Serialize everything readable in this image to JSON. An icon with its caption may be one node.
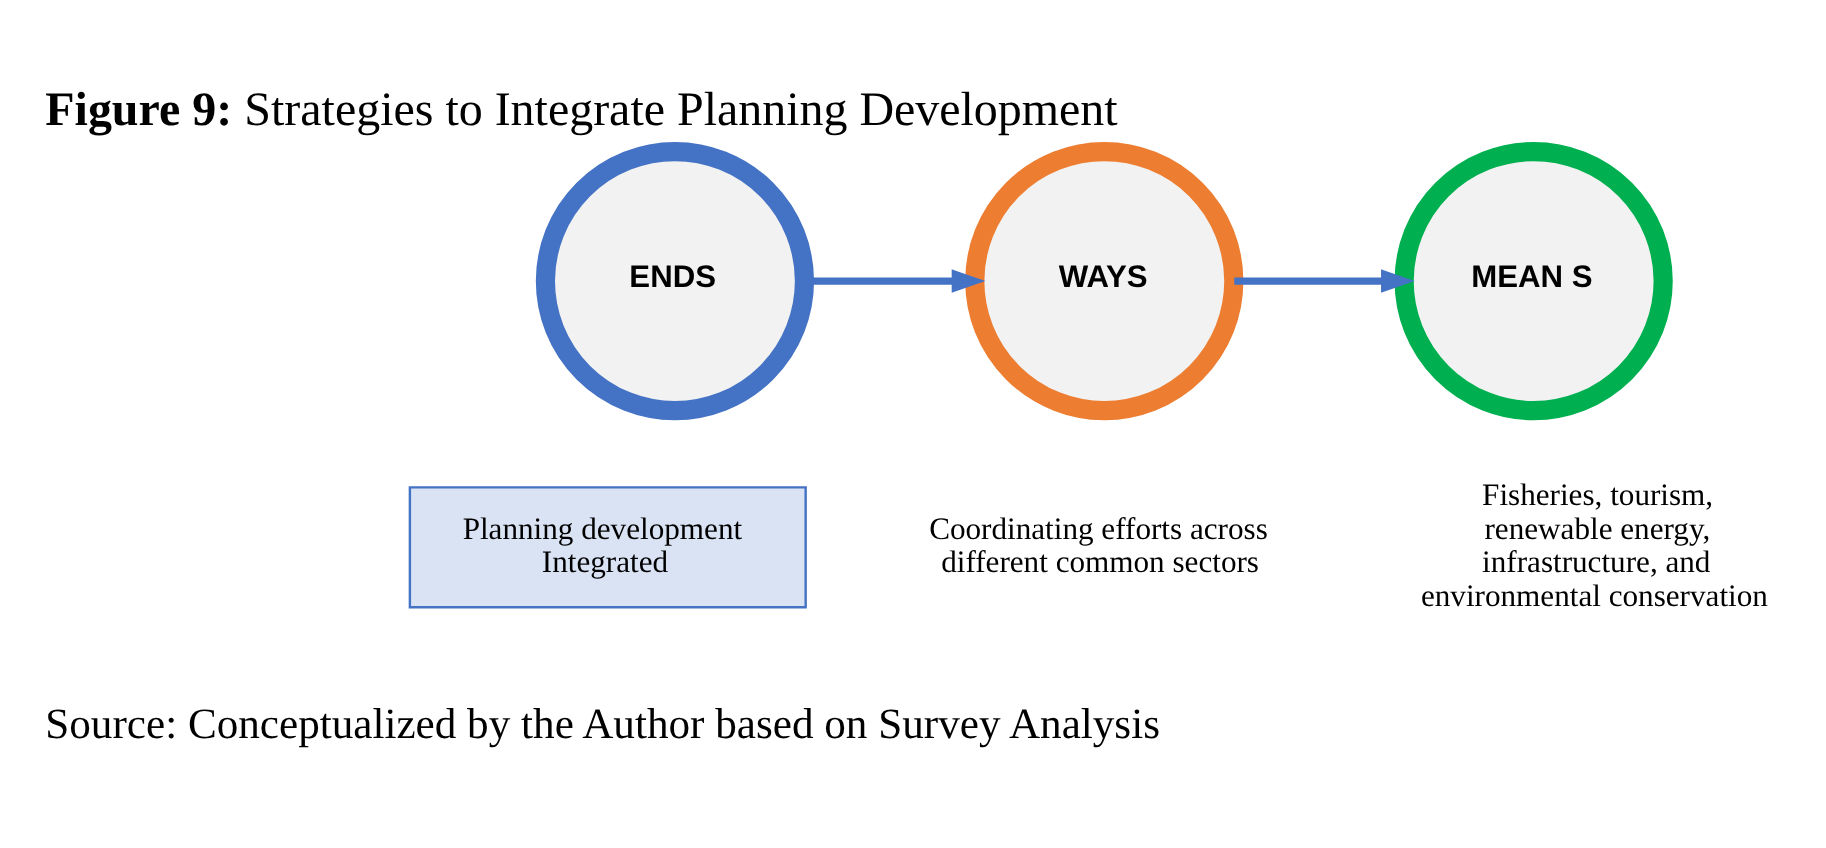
{
  "diagram": {
    "title": "**Figure 9:** Strategies to Integrate Planning Development",
    "caption": "Source: Conceptualized by the Author based on Survey Analysis",
    "nodes": [
      {
        "text": [
          "ENDS"
        ]
      },
      {
        "text": [
          "WAYS"
        ],
        "beside": [
          "Coordinating efforts across different common sectors"
        ]
      },
      {
        "text": [
          "MEAN S"
        ],
        "beside": [
          "Fisheries, tourism, renewable energy, infrastructure, and environmental conservation"
        ]
      },
      {
        "text": [
          "Planning development Integrated"
        ]
      }
    ],
    "edges": [
      {
        "from": 0,
        "to": 1,
        "arrow": "to"
      },
      {
        "from": 1,
        "to": 2,
        "arrow": "to"
      }
    ]
  }
}
